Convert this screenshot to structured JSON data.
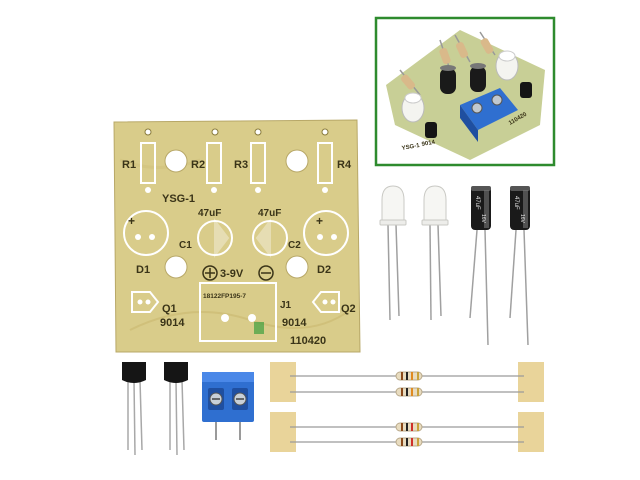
{
  "pcb": {
    "r1": "R1",
    "r2": "R2",
    "r3": "R3",
    "r4": "R4",
    "model": "YSG-1",
    "c1_value": "47uF",
    "c2_value": "47uF",
    "c1": "C1",
    "c2": "C2",
    "d1": "D1",
    "d2": "D2",
    "power": "3-9V",
    "q1": "Q1",
    "q2": "Q2",
    "q1_type": "9014",
    "q2_type": "9014",
    "serial": "18122FP195-7",
    "j1": "J1",
    "date": "110420"
  },
  "inset": {
    "model": "YSG-1",
    "date": "110420",
    "q_type": "9014",
    "border_color": "#2e8b2e"
  },
  "capacitor": {
    "label_a": "47uF",
    "label_b": "16V"
  },
  "colors": {
    "pcb": "#d9cc8a",
    "pcb_dark": "#c9b870",
    "terminal": "#2f6fd0",
    "capacitor": "#1a1a1a",
    "transistor": "#151515",
    "resistor": "#e8dcc0",
    "tape": "#e9d49a"
  }
}
